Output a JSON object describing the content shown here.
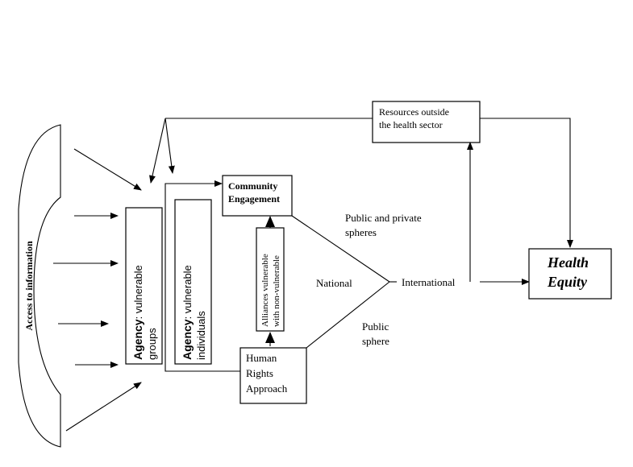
{
  "access_panel": {
    "label": "Access to information"
  },
  "resources_box": {
    "line1": "Resources outside",
    "line2": "the health sector"
  },
  "community_box": {
    "line1": "Community",
    "line2": "Engagement"
  },
  "groups_box": {
    "bold": "Agency",
    "rest": ": vulnerable",
    "line2": "groups"
  },
  "individuals_box": {
    "bold": "Agency",
    "rest": ": vulnerable",
    "line2": "individuals"
  },
  "alliances_box": {
    "line1": "Alliances vulnerable",
    "line2": "with non-vulnerable"
  },
  "human_rights_box": {
    "line1": "Human",
    "line2": "Rights",
    "line3": "Approach"
  },
  "health_equity_box": {
    "line1": "Health",
    "line2": "Equity"
  },
  "labels": {
    "public_private_1": "Public and private",
    "public_private_2": "spheres",
    "national": "National",
    "international": "International",
    "public_1": "Public",
    "public_2": "sphere"
  }
}
